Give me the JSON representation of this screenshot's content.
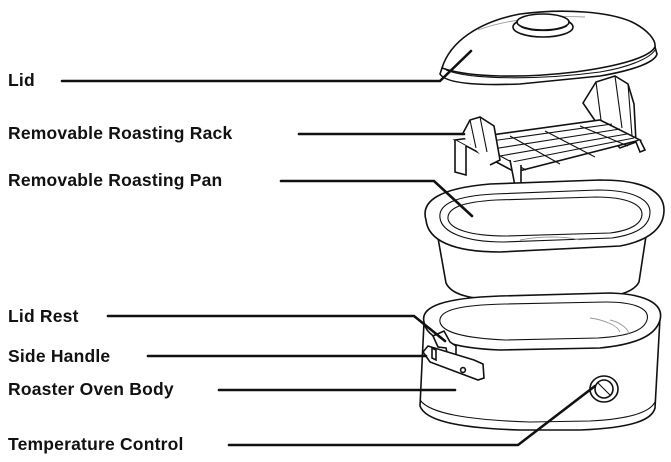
{
  "labels": {
    "lid": "Lid",
    "rack": "Removable Roasting Rack",
    "pan": "Removable Roasting Pan",
    "lid_rest": "Lid Rest",
    "side_handle": "Side Handle",
    "body": "Roaster Oven Body",
    "temp_control": "Temperature Control"
  }
}
